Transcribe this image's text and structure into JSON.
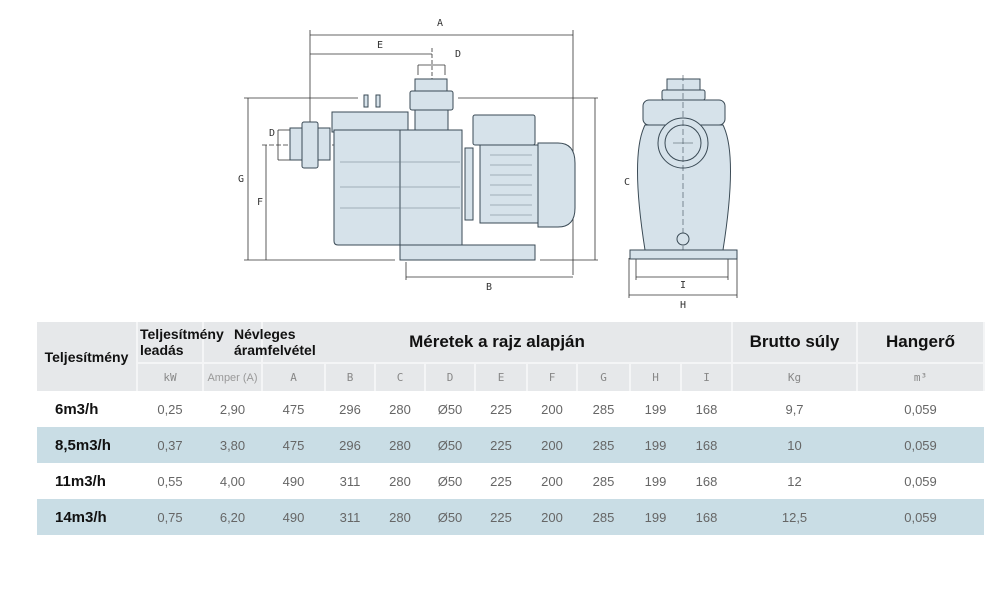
{
  "drawing": {
    "labels": {
      "A": "A",
      "B": "B",
      "C": "C",
      "D": "D",
      "E": "E",
      "F": "F",
      "G": "G",
      "H": "H",
      "I": "I"
    }
  },
  "table": {
    "header": {
      "power": "Teljesítmény",
      "output_line1": "Teljesítmény",
      "output_line2": "leadás",
      "current_line1": "Névleges",
      "current_line2": "áramfelvétel",
      "dimensions": "Méretek a rajz alapján",
      "weight": "Brutto súly",
      "volume": "Hangerő"
    },
    "units": [
      "kW",
      "Amper (A)",
      "A",
      "B",
      "C",
      "D",
      "E",
      "F",
      "G",
      "H",
      "I",
      "Kg",
      "m³"
    ],
    "rows": [
      {
        "name": "6m3/h",
        "values": [
          "0,25",
          "2,90",
          "475",
          "296",
          "280",
          "Ø50",
          "225",
          "200",
          "285",
          "199",
          "168",
          "9,7",
          "0,059"
        ]
      },
      {
        "name": "8,5m3/h",
        "values": [
          "0,37",
          "3,80",
          "475",
          "296",
          "280",
          "Ø50",
          "225",
          "200",
          "285",
          "199",
          "168",
          "10",
          "0,059"
        ]
      },
      {
        "name": "11m3/h",
        "values": [
          "0,55",
          "4,00",
          "490",
          "311",
          "280",
          "Ø50",
          "225",
          "200",
          "285",
          "199",
          "168",
          "12",
          "0,059"
        ]
      },
      {
        "name": "14m3/h",
        "values": [
          "0,75",
          "6,20",
          "490",
          "311",
          "280",
          "Ø50",
          "225",
          "200",
          "285",
          "199",
          "168",
          "12,5",
          "0,059"
        ]
      }
    ]
  }
}
